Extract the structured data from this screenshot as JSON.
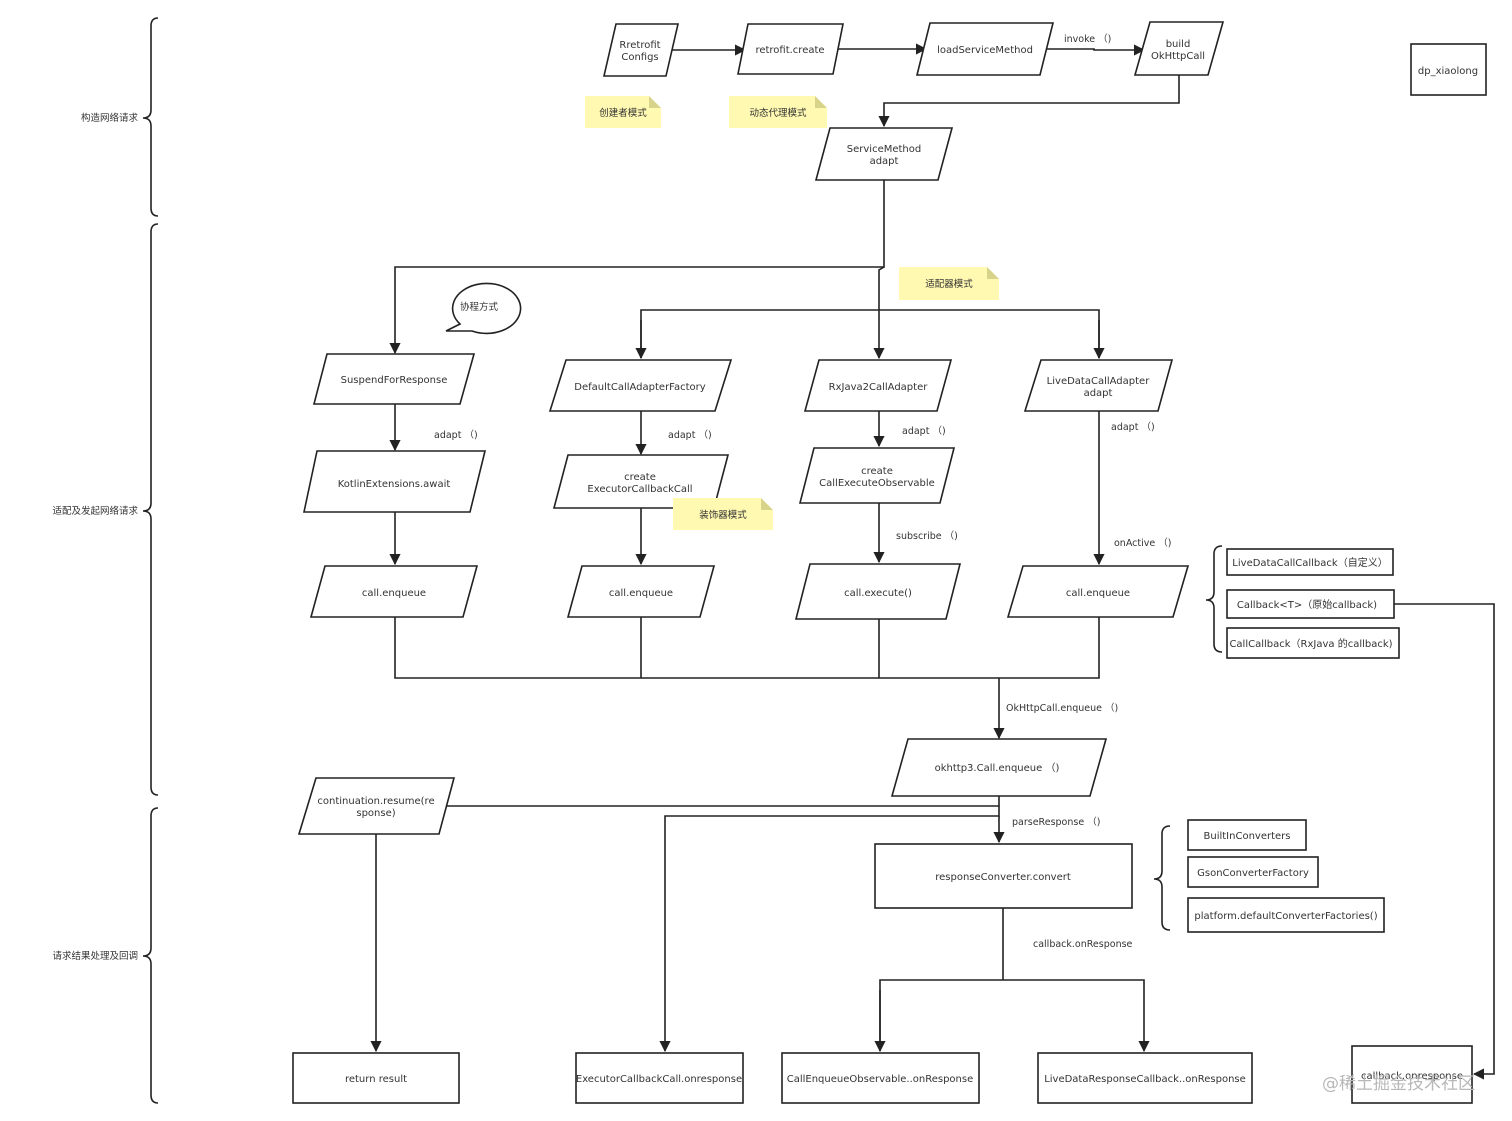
{
  "sections": {
    "build": "构造网络请求",
    "adapt": "适配及发起网络请求",
    "result": "请求结果处理及回调"
  },
  "nodes": {
    "retrofit_configs": [
      "Rretrofit",
      "Configs"
    ],
    "retrofit_create": "retrofit.create",
    "load_service_method": "loadServiceMethod",
    "build_okhttpcall": [
      "build",
      "OkHttpCall"
    ],
    "author_box": "dp_xiaolong",
    "service_method_adapt": [
      "ServiceMethod",
      "adapt"
    ],
    "suspend_for_response": "SuspendForResponse",
    "default_call_adapter_factory": "DefaultCallAdapterFactory",
    "rxjava2_call_adapter": "RxJava2CallAdapter",
    "livedata_call_adapter": [
      "LiveDataCallAdapter",
      "adapt"
    ],
    "kotlin_extensions_await": "KotlinExtensions.await",
    "create_executor_callback_call": [
      "create",
      "ExecutorCallbackCall"
    ],
    "create_call_execute_observable": [
      "create",
      "CallExecuteObservable"
    ],
    "call_enqueue_1": "call.enqueue",
    "call_enqueue_2": "call.enqueue",
    "call_execute": "call.execute()",
    "call_enqueue_4": "call.enqueue",
    "livedata_call_callback": "LiveDataCallCallback（自定义）",
    "callback_t": "Callback<T>（原始callback)",
    "call_callback": "CallCallback（RxJava 的callback)",
    "okhttp3_call_enqueue": "okhttp3.Call.enqueue （)",
    "continuation_resume": [
      "continuation.resume(re",
      "sponse)"
    ],
    "response_converter_convert": "responseConverter.convert",
    "builtin_converters": "BuiltInConverters",
    "gson_converter_factory": "GsonConverterFactory",
    "platform_default_converter_factories": "platform.defaultConverterFactories()",
    "return_result": "return result",
    "executor_callback_call_onresponse": "ExecutorCallbackCall.onresponse",
    "call_enqueue_observable_onresponse": "CallEnqueueObservable..onResponse",
    "livedata_response_callback_onresponse": "LiveDataResponseCallback..onResponse",
    "callback_onresponse": "callback.onresponse"
  },
  "notes": {
    "builder_pattern": "创建者模式",
    "dynamic_proxy_pattern": "动态代理模式",
    "adapter_pattern": "适配器模式",
    "decorator_pattern": "装饰器模式",
    "coroutine_bubble": "协程方式"
  },
  "edge_labels": {
    "invoke": "invoke （)",
    "adapt_1": "adapt （)",
    "adapt_2": "adapt （)",
    "adapt_3": "adapt （)",
    "adapt_4": "adapt （)",
    "subscribe": "subscribe （)",
    "on_active": "onActive （)",
    "okhttpcall_enqueue": "OkHttpCall.enqueue （)",
    "parse_response": "parseResponse （)",
    "callback_on_response": "callback.onResponse"
  },
  "watermark": "@稀土掘金技术社区"
}
